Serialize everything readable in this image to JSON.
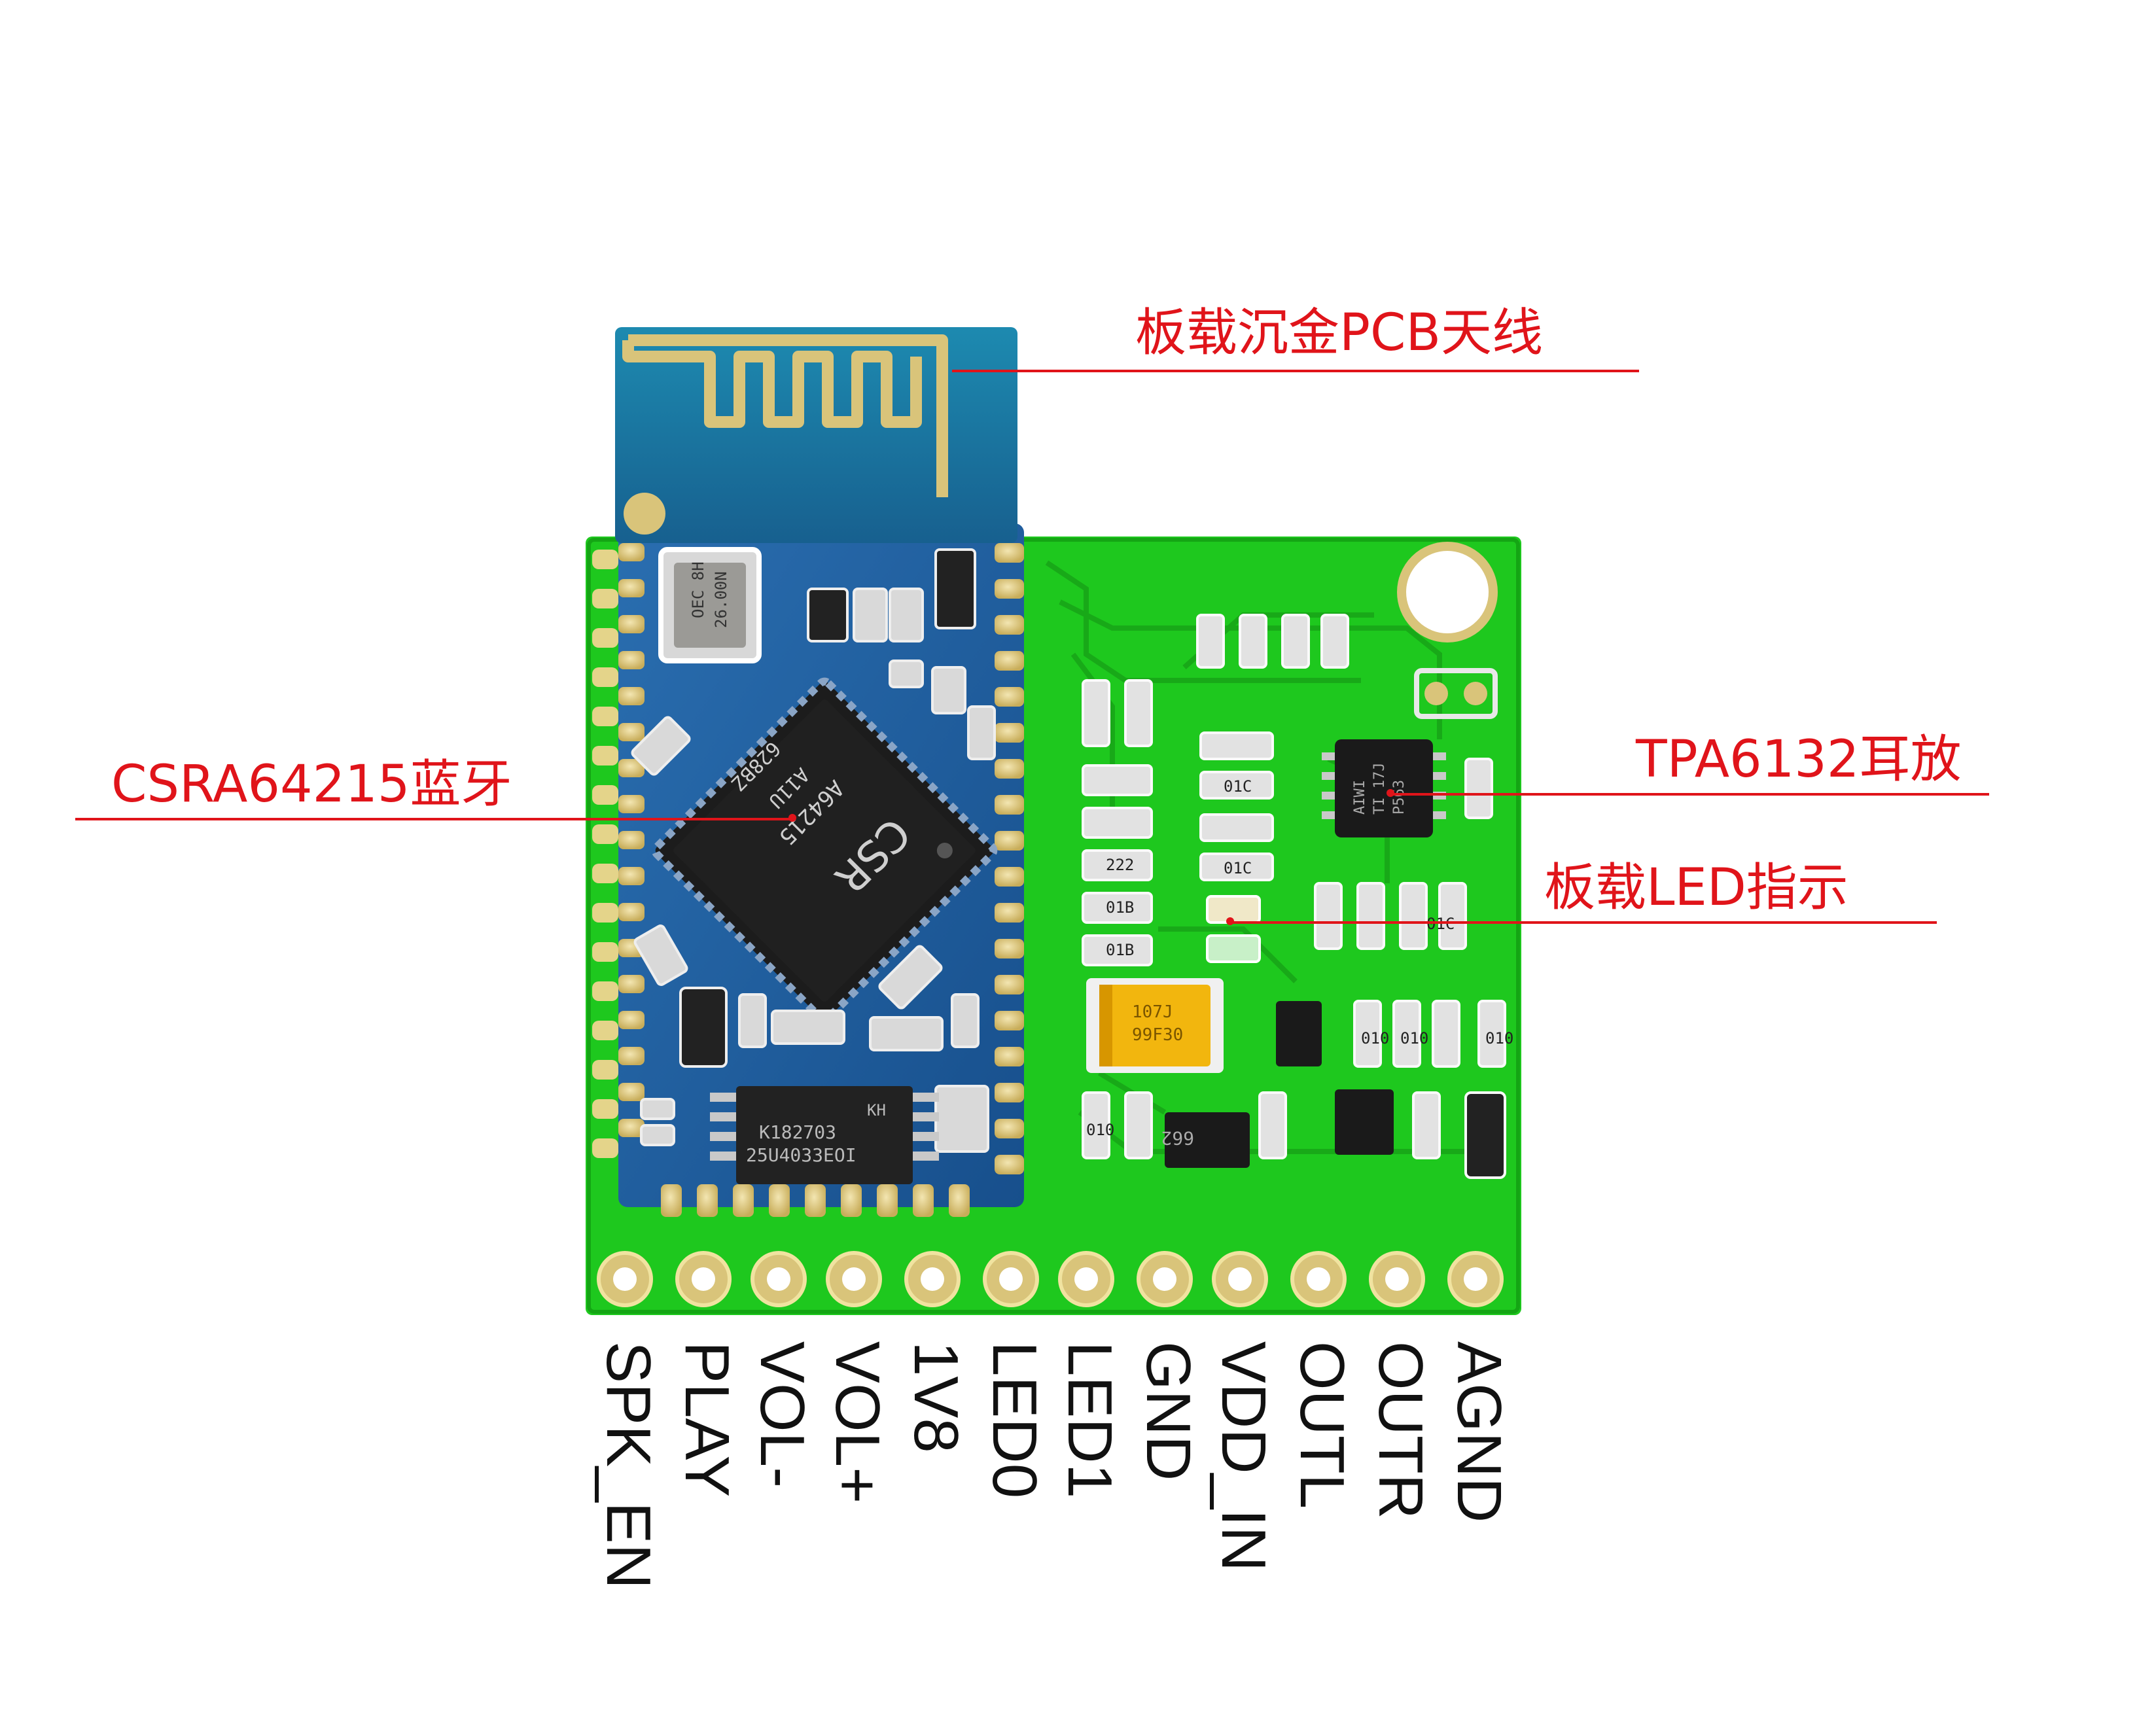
{
  "callouts": {
    "antenna": "板载沉金PCB天线",
    "bluetooth": "CSRA64215蓝牙",
    "amplifier": "TPA6132耳放",
    "led": "板载LED指示"
  },
  "chip_markings": {
    "crystal": [
      "OEC 8H",
      "26.00N"
    ],
    "main_chip": [
      "CSR",
      "A64215",
      "A11U",
      "628BZ"
    ],
    "flash": [
      "KH",
      "K182703",
      "25U4033EOI"
    ],
    "tpa": [
      "AIWI",
      "TI 17J",
      "P563"
    ],
    "tantalum": [
      "107J",
      "99F30"
    ],
    "regulator": "662",
    "resistors": [
      "222",
      "01B",
      "01B",
      "01C",
      "01C",
      "01C",
      "010",
      "010",
      "010",
      "010"
    ]
  },
  "pins": [
    "SPK_EN",
    "PLAY",
    "VOL-",
    "VOL+",
    "1V8",
    "LED0",
    "LED1",
    "GND",
    "VDD_IN",
    "OUTL",
    "OUTR",
    "AGND"
  ],
  "colors": {
    "pcb_green": "#18c018",
    "module_blue": "#1f5a9a",
    "gold": "#d9c47a",
    "callout_red": "#e0141a"
  }
}
